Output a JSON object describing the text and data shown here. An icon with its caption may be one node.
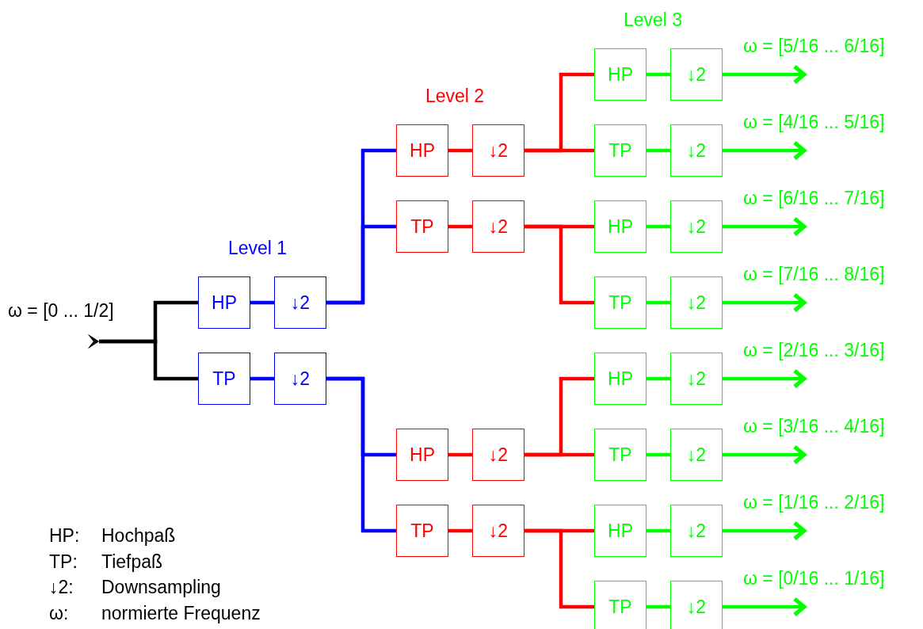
{
  "diagram": {
    "nodes": [
      {
        "text": [
          "HP"
        ]
      },
      {
        "text": [
          "↓2"
        ]
      },
      {
        "text": [
          "TP"
        ]
      },
      {
        "text": [
          "↓2"
        ]
      },
      {
        "text": [
          "HP"
        ]
      },
      {
        "text": [
          "↓2"
        ]
      },
      {
        "text": [
          "TP"
        ]
      },
      {
        "text": [
          "↓2"
        ]
      },
      {
        "text": [
          "HP"
        ]
      },
      {
        "text": [
          "↓2"
        ]
      },
      {
        "text": [
          "TP"
        ]
      },
      {
        "text": [
          "↓2"
        ]
      },
      {
        "text": [
          "HP"
        ]
      },
      {
        "text": [
          "↓2"
        ]
      },
      {
        "text": [
          "TP"
        ]
      },
      {
        "text": [
          "↓2"
        ]
      },
      {
        "text": [
          "HP"
        ]
      },
      {
        "text": [
          "↓2"
        ]
      },
      {
        "text": [
          "TP"
        ]
      },
      {
        "text": [
          "↓2"
        ]
      },
      {
        "text": [
          "HP"
        ]
      },
      {
        "text": [
          "↓2"
        ]
      },
      {
        "text": [
          "TP"
        ]
      },
      {
        "text": [
          "↓2"
        ]
      },
      {
        "text": [
          "HP"
        ]
      },
      {
        "text": [
          "↓2"
        ]
      },
      {
        "text": [
          "TP"
        ]
      },
      {
        "text": [
          "↓2"
        ]
      }
    ],
    "edges": [
      {
        "from": null,
        "to": 0,
        "arrow": "other",
        "color": "#000000"
      },
      {
        "from": null,
        "to": 2,
        "arrow": "other",
        "color": "#000000"
      },
      {
        "from": 0,
        "to": 1,
        "arrow": "none",
        "color": "#0000ff"
      },
      {
        "from": 2,
        "to": 3,
        "arrow": "none",
        "color": "#0000ff"
      },
      {
        "from": 1,
        "to": 4,
        "arrow": "none",
        "color": "#0000ff"
      },
      {
        "from": 1,
        "to": 6,
        "arrow": "none",
        "color": "#0000ff"
      },
      {
        "from": 3,
        "to": 8,
        "arrow": "none",
        "color": "#0000ff"
      },
      {
        "from": 3,
        "to": 10,
        "arrow": "none",
        "color": "#0000ff"
      },
      {
        "from": 4,
        "to": 5,
        "arrow": "none",
        "color": "#ff0000"
      },
      {
        "from": 6,
        "to": 7,
        "arrow": "none",
        "color": "#ff0000"
      },
      {
        "from": 8,
        "to": 9,
        "arrow": "none",
        "color": "#ff0000"
      },
      {
        "from": 10,
        "to": 11,
        "arrow": "none",
        "color": "#ff0000"
      },
      {
        "from": 5,
        "to": 12,
        "arrow": "none",
        "color": "#ff0000"
      },
      {
        "from": 5,
        "to": 14,
        "arrow": "none",
        "color": "#ff0000"
      },
      {
        "from": 7,
        "to": 16,
        "arrow": "none",
        "color": "#ff0000"
      },
      {
        "from": 7,
        "to": 18,
        "arrow": "none",
        "color": "#ff0000"
      },
      {
        "from": 9,
        "to": 20,
        "arrow": "none",
        "color": "#ff0000"
      },
      {
        "from": 9,
        "to": 22,
        "arrow": "none",
        "color": "#ff0000"
      },
      {
        "from": 11,
        "to": 24,
        "arrow": "none",
        "color": "#ff0000"
      },
      {
        "from": 11,
        "to": 26,
        "arrow": "none",
        "color": "#ff0000"
      },
      {
        "from": 12,
        "to": 13,
        "arrow": "none",
        "color": "#00ff00"
      },
      {
        "from": 14,
        "to": 15,
        "arrow": "none",
        "color": "#00ff00"
      },
      {
        "from": 16,
        "to": 17,
        "arrow": "none",
        "color": "#00ff00"
      },
      {
        "from": 18,
        "to": 19,
        "arrow": "none",
        "color": "#00ff00"
      },
      {
        "from": 20,
        "to": 21,
        "arrow": "none",
        "color": "#00ff00"
      },
      {
        "from": 22,
        "to": 23,
        "arrow": "none",
        "color": "#00ff00"
      },
      {
        "from": 24,
        "to": 25,
        "arrow": "none",
        "color": "#00ff00"
      },
      {
        "from": 26,
        "to": 27,
        "arrow": "none",
        "color": "#00ff00"
      },
      {
        "from": 13,
        "to": null,
        "arrow": "to",
        "color": "#00ff00"
      },
      {
        "from": 15,
        "to": null,
        "arrow": "to",
        "color": "#00ff00"
      },
      {
        "from": 17,
        "to": null,
        "arrow": "to",
        "color": "#00ff00"
      },
      {
        "from": 19,
        "to": null,
        "arrow": "to",
        "color": "#00ff00"
      },
      {
        "from": 21,
        "to": null,
        "arrow": "to",
        "color": "#00ff00"
      },
      {
        "from": 23,
        "to": null,
        "arrow": "to",
        "color": "#00ff00"
      },
      {
        "from": 25,
        "to": null,
        "arrow": "to",
        "color": "#00ff00"
      },
      {
        "from": 27,
        "to": null,
        "arrow": "to",
        "color": "#00ff00"
      }
    ],
    "labels": [
      "Level 3",
      "ω = [5/16 ... 6/16]",
      "Level 2",
      "ω = [4/16 ... 5/16]",
      "ω = [6/16 ... 7/16]",
      "Level 1",
      "ω = [7/16 ... 8/16]",
      "ω = [0 ... 1/2]",
      "ω = [2/16 ... 3/16]",
      "ω = [3/16 ... 4/16]",
      "ω = [1/16 ... 2/16]",
      "ω = [0/16 ... 1/16]",
      "HP:",
      "Hochpaß",
      "TP:",
      "Tiefpaß",
      "↓2:",
      "Downsampling",
      "ω:",
      "normierte Frequenz"
    ]
  }
}
